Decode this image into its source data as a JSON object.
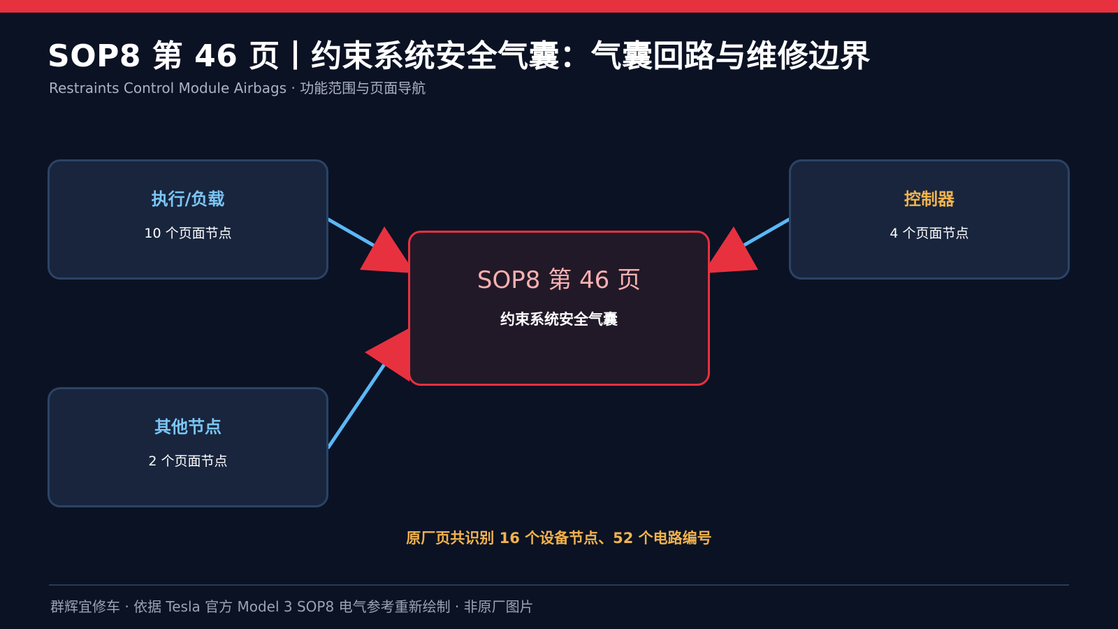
{
  "header": {
    "title": "SOP8 第 46 页丨约束系统安全气囊：气囊回路与维修边界",
    "subtitle": "Restraints Control Module Airbags · 功能范围与页面导航"
  },
  "diagram": {
    "center": {
      "title": "SOP8 第 46 页",
      "label": "约束系统安全气囊"
    },
    "nodes": [
      {
        "title": "执行/负载",
        "desc": "10 个页面节点",
        "color": "#7cc6f5"
      },
      {
        "title": "控制器",
        "desc": "4 个页面节点",
        "color": "#f2b34d"
      },
      {
        "title": "其他节点",
        "desc": "2 个页面节点",
        "color": "#7cc6f5"
      }
    ],
    "connector_color": "#5bb8f5",
    "arrow_color": "#e8313f",
    "summary": "原厂页共识别 16 个设备节点、52 个电路编号"
  },
  "footer": {
    "text": "群辉宜修车 · 依据 Tesla 官方 Model 3 SOP8 电气参考重新绘制 · 非原厂图片"
  },
  "colors": {
    "background": "#0b1224",
    "accent": "#e8313f"
  }
}
